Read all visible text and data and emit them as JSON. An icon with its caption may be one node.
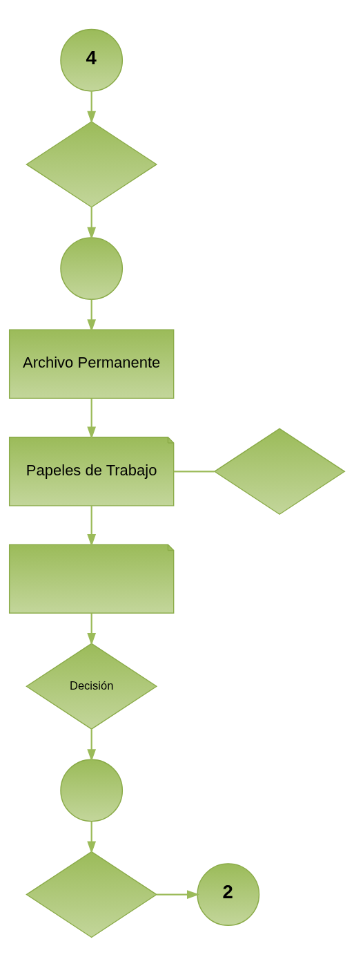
{
  "diagram": {
    "nodes": [
      {
        "text": [
          "4"
        ]
      },
      {
        "text": [],
        "shape": "diamond"
      },
      {
        "text": [],
        "shape": "circle"
      },
      {
        "text": [
          "Archivo Permanente"
        ]
      },
      {
        "text": [
          "Papeles de Trabajo"
        ]
      },
      {
        "text": [],
        "shape": "diamond"
      },
      {
        "text": [],
        "shape": "document"
      },
      {
        "text": [
          "Decisión"
        ]
      },
      {
        "text": [],
        "shape": "circle"
      },
      {
        "text": [],
        "shape": "diamond"
      },
      {
        "text": [
          "2"
        ]
      }
    ],
    "edges": [
      {
        "from": 0,
        "to": 1,
        "arrow": "to"
      },
      {
        "from": 1,
        "to": 2,
        "arrow": "to"
      },
      {
        "from": 2,
        "to": 3,
        "arrow": "to"
      },
      {
        "from": 3,
        "to": 4,
        "arrow": "to"
      },
      {
        "from": 4,
        "to": 5,
        "arrow": "none"
      },
      {
        "from": 4,
        "to": 6,
        "arrow": "to"
      },
      {
        "from": 6,
        "to": 7,
        "arrow": "to"
      },
      {
        "from": 7,
        "to": 8,
        "arrow": "to"
      },
      {
        "from": 8,
        "to": 9,
        "arrow": "to"
      },
      {
        "from": 9,
        "to": 10,
        "arrow": "to"
      }
    ]
  }
}
